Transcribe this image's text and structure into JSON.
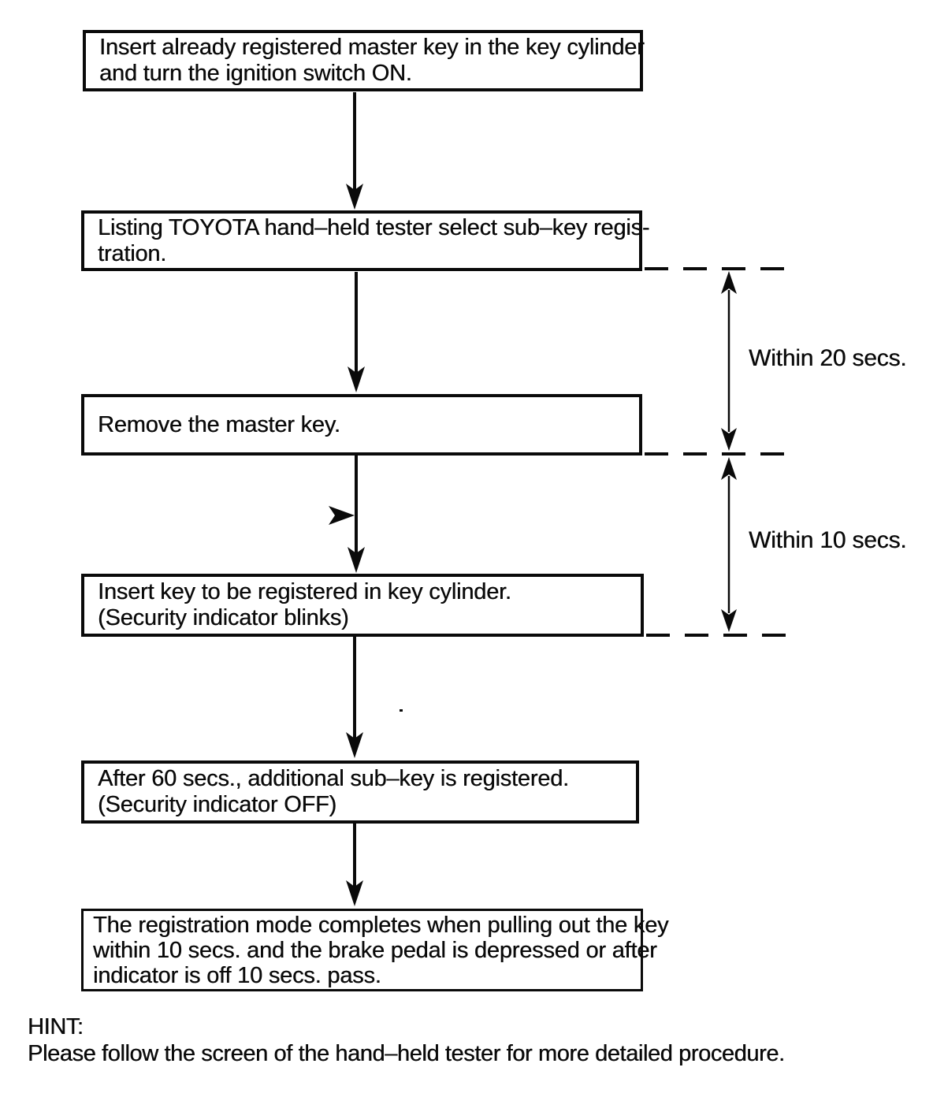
{
  "flowchart": {
    "steps": [
      {
        "lines": [
          "Insert already registered master key in the key cylinder",
          "and turn the ignition switch ON."
        ]
      },
      {
        "lines": [
          "Listing TOYOTA hand–held tester select sub–key regis-",
          "tration."
        ]
      },
      {
        "lines": [
          "Remove the master key."
        ]
      },
      {
        "lines": [
          "Insert key to be registered in key cylinder.",
          "(Security indicator blinks)"
        ]
      },
      {
        "lines": [
          "After 60 secs., additional sub–key is registered.",
          "(Security indicator OFF)"
        ]
      },
      {
        "lines": [
          "The registration mode completes when pulling out the key",
          "within 10 secs. and the brake pedal is depressed or after",
          "indicator is off 10 secs. pass."
        ]
      }
    ],
    "timing_annotations": [
      {
        "label": "Within 20 secs."
      },
      {
        "label": "Within 10 secs."
      }
    ],
    "hint": {
      "title": "HINT:",
      "text": "Please follow the screen of the hand–held tester for more detailed procedure."
    },
    "colors": {
      "ink": "#0a0a0a",
      "paper": "#ffffff"
    }
  }
}
